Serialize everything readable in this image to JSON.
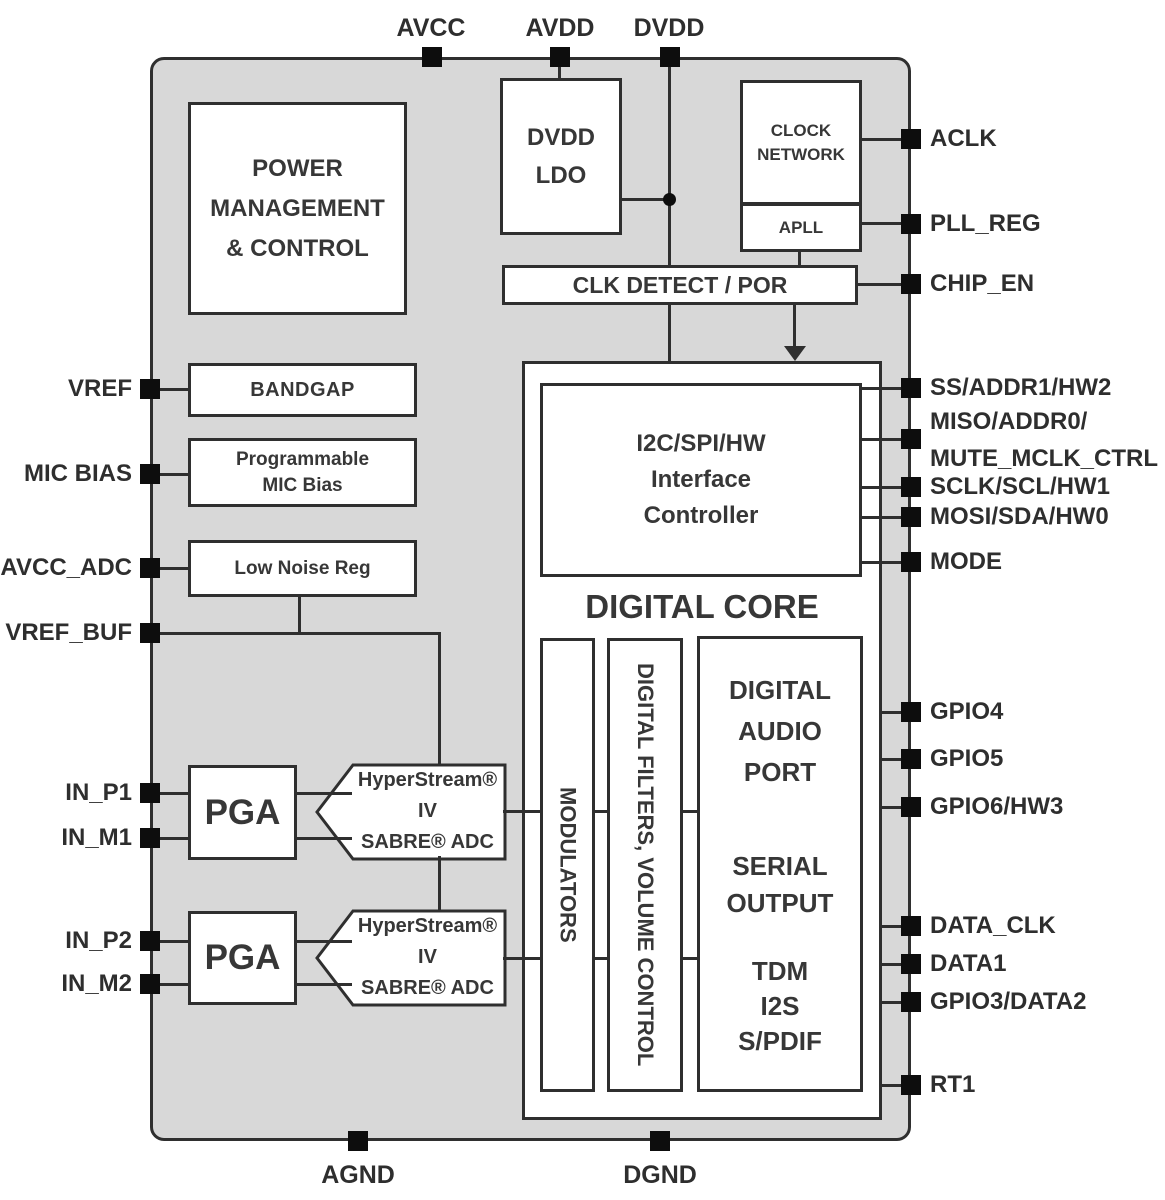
{
  "colors": {
    "chip_fill": "#d8d8d8",
    "line": "#2f2f2f",
    "pin": "#0d0d0d",
    "text": "#373737"
  },
  "pins": {
    "top": [
      {
        "label": "AVCC"
      },
      {
        "label": "AVDD"
      },
      {
        "label": "DVDD"
      }
    ],
    "bottom": [
      {
        "label": "AGND"
      },
      {
        "label": "DGND"
      }
    ],
    "left": [
      {
        "label": "VREF"
      },
      {
        "label": "MIC BIAS"
      },
      {
        "label": "AVCC_ADC"
      },
      {
        "label": "VREF_BUF"
      },
      {
        "label": "IN_P1"
      },
      {
        "label": "IN_M1"
      },
      {
        "label": "IN_P2"
      },
      {
        "label": "IN_M2"
      }
    ],
    "right": [
      {
        "label": "ACLK"
      },
      {
        "label": "PLL_REG"
      },
      {
        "label": "CHIP_EN"
      },
      {
        "label": "SS/ADDR1/HW2"
      },
      {
        "label_line1": "MISO/ADDR0/",
        "label_line2": "MUTE_MCLK_CTRL"
      },
      {
        "label": "SCLK/SCL/HW1"
      },
      {
        "label": "MOSI/SDA/HW0"
      },
      {
        "label": "MODE"
      },
      {
        "label": "GPIO4"
      },
      {
        "label": "GPIO5"
      },
      {
        "label": "GPIO6/HW3"
      },
      {
        "label": "DATA_CLK"
      },
      {
        "label": "DATA1"
      },
      {
        "label": "GPIO3/DATA2"
      },
      {
        "label": "RT1"
      }
    ]
  },
  "blocks": {
    "power_mgmt": {
      "line1": "POWER",
      "line2": "MANAGEMENT",
      "line3": "& CONTROL"
    },
    "dvdd_ldo": {
      "line1": "DVDD",
      "line2": "LDO"
    },
    "clock_network": {
      "line1": "CLOCK",
      "line2": "NETWORK"
    },
    "apll": {
      "label": "APLL"
    },
    "clk_detect": {
      "label": "CLK DETECT / POR"
    },
    "bandgap": {
      "label": "BANDGAP"
    },
    "prog_mic_bias": {
      "line1": "Programmable",
      "line2": "MIC Bias"
    },
    "low_noise_reg": {
      "label": "Low Noise Reg"
    },
    "pga1": {
      "label": "PGA"
    },
    "pga2": {
      "label": "PGA"
    },
    "adc1": {
      "line1": "HyperStream® IV",
      "line2": "SABRE® ADC"
    },
    "adc2": {
      "line1": "HyperStream® IV",
      "line2": "SABRE® ADC"
    },
    "digital_core": {
      "label": "DIGITAL CORE"
    },
    "interface_controller": {
      "line1": "I2C/SPI/HW",
      "line2": "Interface",
      "line3": "Controller"
    },
    "modulators": {
      "label": "MODULATORS"
    },
    "digital_filters": {
      "label": "DIGITAL FILTERS, VOLUME CONTROL"
    },
    "digital_audio_port": {
      "title1": "DIGITAL",
      "title2": "AUDIO",
      "title3": "PORT",
      "mid1": "SERIAL",
      "mid2": "OUTPUT",
      "bot1": "TDM",
      "bot2": "I2S",
      "bot3": "S/PDIF"
    }
  }
}
